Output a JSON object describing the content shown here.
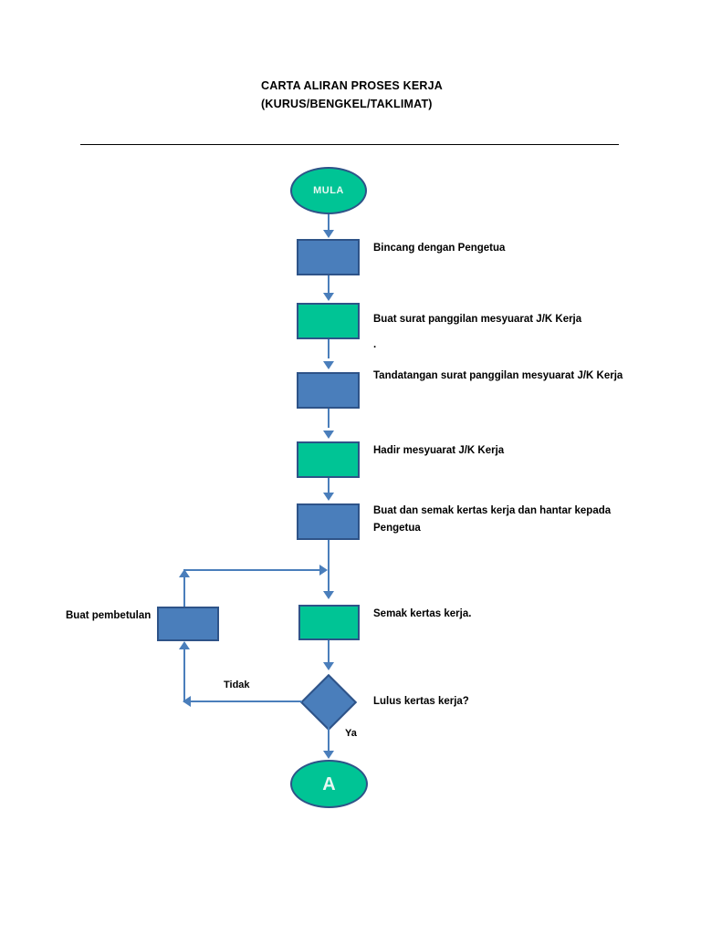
{
  "document": {
    "title_lines": [
      "CARTA ALIRAN PROSES KERJA",
      "(KURUS/BENGKEL/TAKLIMAT)"
    ],
    "stray_mark": "."
  },
  "colors": {
    "blue_fill": "#4A7EBB",
    "green_fill": "#00C495",
    "shape_border": "#2E5388",
    "connector": "#4A7EBB",
    "rule": "#000000",
    "oval_text": "#E8F7F2"
  },
  "chart_data": {
    "type": "diagram",
    "diagram_kind": "flowchart",
    "title": "CARTA ALIRAN PROSES KERJA (KURUS/BENGKEL/TAKLIMAT)",
    "orientation": "top-to-bottom",
    "nodes": [
      {
        "id": "start",
        "shape": "oval",
        "fill": "green",
        "text": "MULA",
        "label": ""
      },
      {
        "id": "n1",
        "shape": "rect",
        "fill": "blue",
        "text": "",
        "label": "Bincang dengan Pengetua"
      },
      {
        "id": "n2",
        "shape": "rect",
        "fill": "green",
        "text": "",
        "label": "Buat surat panggilan mesyuarat J/K Kerja"
      },
      {
        "id": "n3",
        "shape": "rect",
        "fill": "blue",
        "text": "",
        "label": "Tandatangan surat panggilan mesyuarat J/K Kerja"
      },
      {
        "id": "n4",
        "shape": "rect",
        "fill": "green",
        "text": "",
        "label": "Hadir mesyuarat J/K Kerja"
      },
      {
        "id": "n5",
        "shape": "rect",
        "fill": "blue",
        "text": "",
        "label": "Buat dan semak kertas kerja dan hantar kepada Pengetua"
      },
      {
        "id": "n6",
        "shape": "rect",
        "fill": "green",
        "text": "",
        "label": "Semak kertas kerja."
      },
      {
        "id": "d1",
        "shape": "diamond",
        "fill": "blue",
        "text": "",
        "label": "Lulus kertas kerja?"
      },
      {
        "id": "fix",
        "shape": "rect",
        "fill": "blue",
        "text": "",
        "label": "Buat pembetulan"
      },
      {
        "id": "end",
        "shape": "oval",
        "fill": "green",
        "text": "A",
        "label": ""
      }
    ],
    "edges": [
      {
        "from": "start",
        "to": "n1",
        "label": ""
      },
      {
        "from": "n1",
        "to": "n2",
        "label": ""
      },
      {
        "from": "n2",
        "to": "n3",
        "label": ""
      },
      {
        "from": "n3",
        "to": "n4",
        "label": ""
      },
      {
        "from": "n4",
        "to": "n5",
        "label": ""
      },
      {
        "from": "n5",
        "to": "n6",
        "label": ""
      },
      {
        "from": "n6",
        "to": "d1",
        "label": ""
      },
      {
        "from": "d1",
        "to": "end",
        "label": "Ya"
      },
      {
        "from": "d1",
        "to": "fix",
        "label": "Tidak"
      },
      {
        "from": "fix",
        "to": "n6",
        "label": ""
      }
    ]
  },
  "flow": {
    "start_label": "MULA",
    "end_label": "A",
    "steps": [
      {
        "label": "Bincang dengan Pengetua"
      },
      {
        "label": "Buat surat panggilan mesyuarat J/K Kerja"
      },
      {
        "label": "Tandatangan surat panggilan mesyuarat J/K Kerja"
      },
      {
        "label": "Hadir mesyuarat J/K Kerja"
      },
      {
        "label": "Buat dan semak kertas kerja dan hantar kepada Pengetua"
      },
      {
        "label": "Semak kertas kerja."
      }
    ],
    "decision_label": "Lulus kertas kerja?",
    "yes_label": "Ya",
    "no_label": "Tidak",
    "rework_label": "Buat pembetulan"
  }
}
